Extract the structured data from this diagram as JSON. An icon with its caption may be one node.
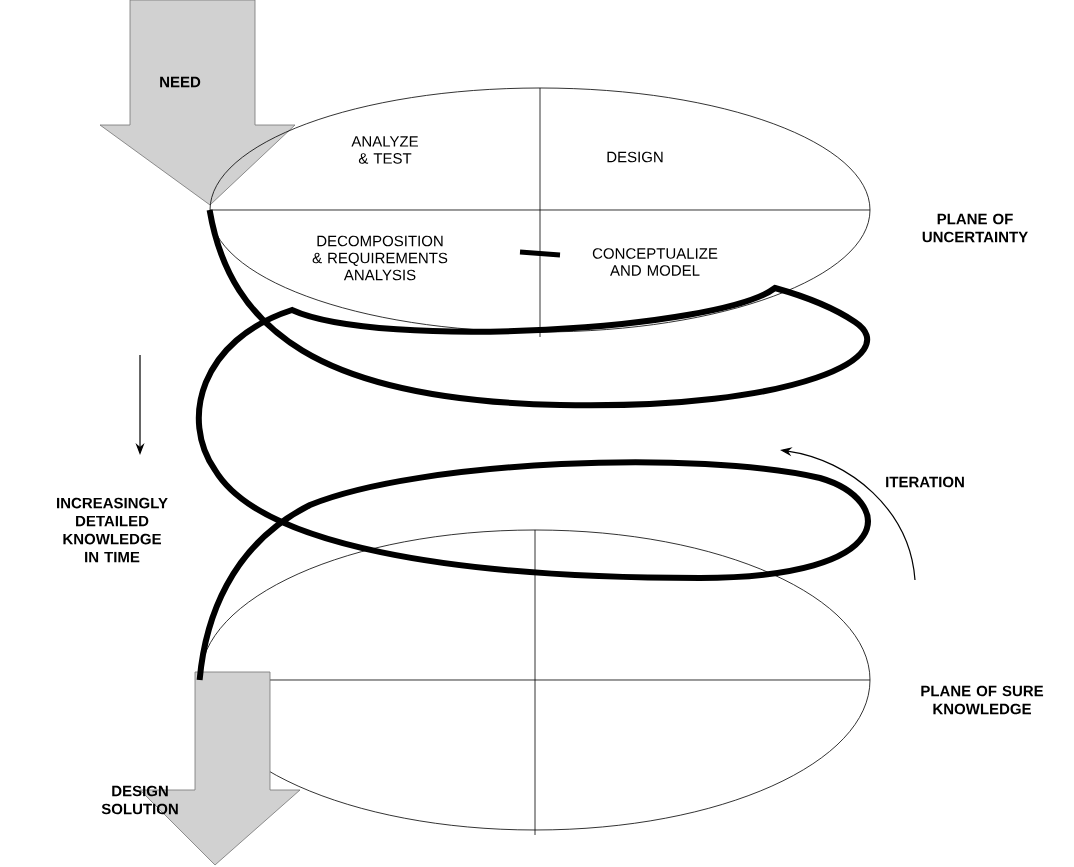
{
  "diagram": {
    "nodes": [
      {
        "text": [
          "NEED"
        ]
      },
      {
        "text": [
          "ANALYZE & TEST",
          "DESIGN",
          "DECOMPOSITION & REQUIREMENTS ANALYSIS",
          "CONCEPTUALIZE AND MODEL"
        ],
        "beside": [
          "PLANE OF UNCERTAINTY"
        ]
      },
      {
        "text": [],
        "shape": "ellipse",
        "beside": [
          "PLANE OF SURE KNOWLEDGE"
        ]
      },
      {
        "text": [
          "DESIGN SOLUTION"
        ]
      }
    ],
    "edges": [
      {
        "from": 1,
        "to": 2,
        "arrow": "none"
      }
    ],
    "labels": [
      "INCREASINGLY DETAILED KNOWLEDGE IN TIME",
      "ITERATION"
    ]
  }
}
